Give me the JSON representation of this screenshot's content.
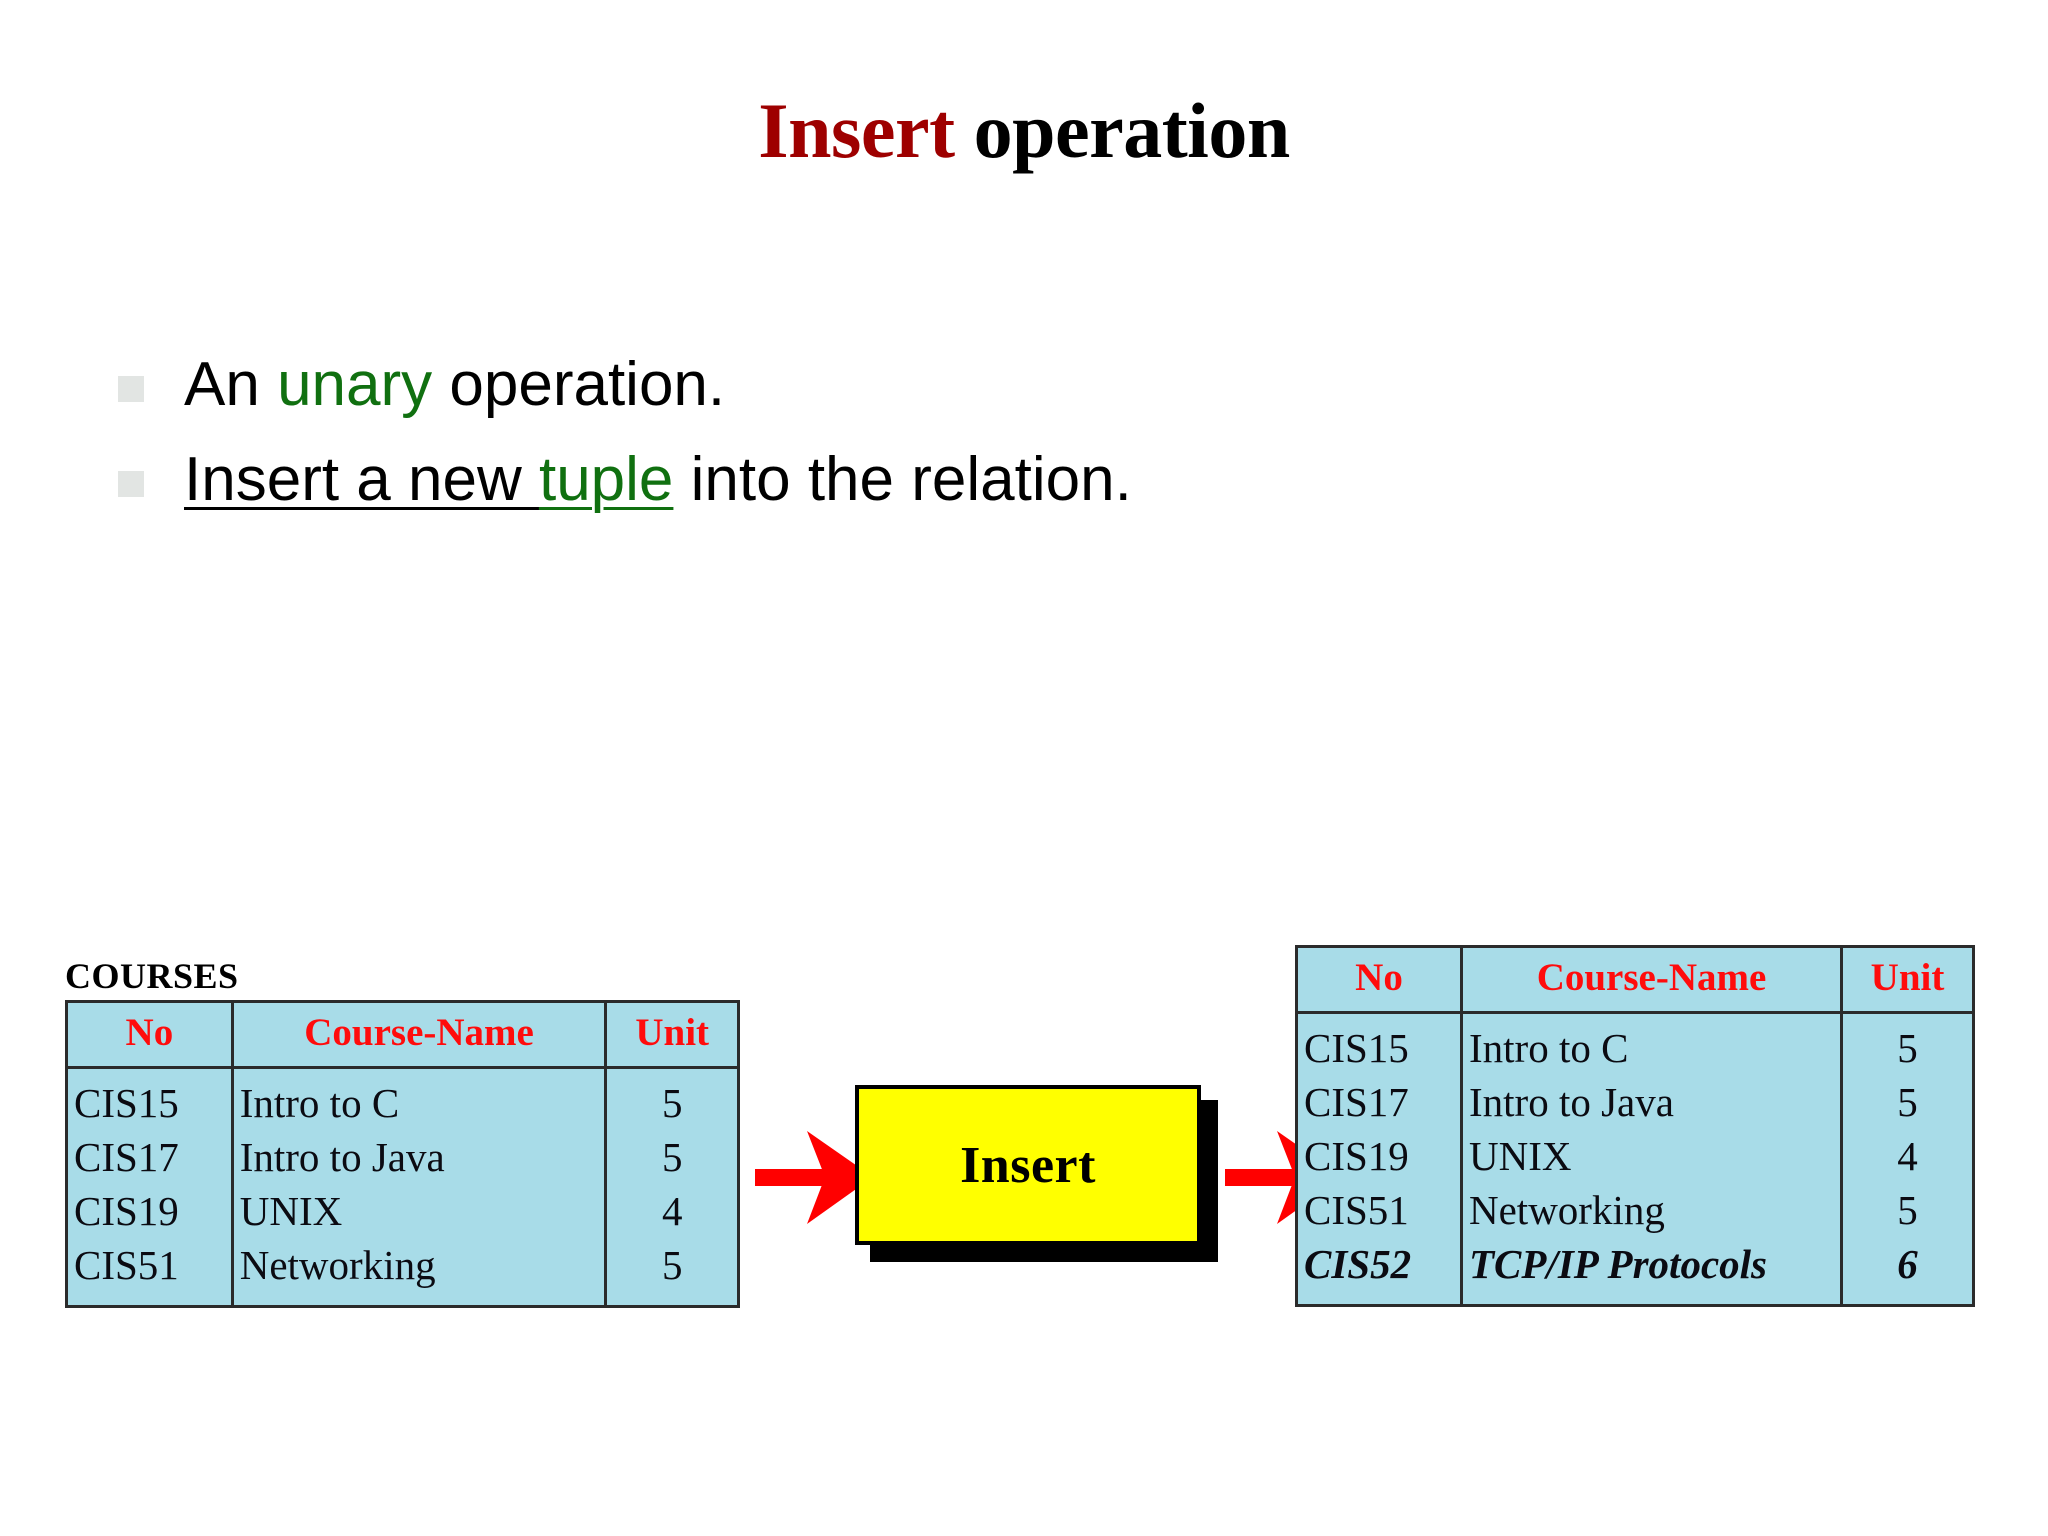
{
  "title": {
    "accent": "Insert",
    "rest": " operation"
  },
  "bullets": [
    {
      "marker": "square-bullet",
      "segments": [
        {
          "text": "An ",
          "style": "plain"
        },
        {
          "text": "unary",
          "style": "green"
        },
        {
          "text": " operation.",
          "style": "plain"
        }
      ]
    },
    {
      "marker": "square-bullet",
      "segments": [
        {
          "text": "Insert a new ",
          "style": "underline"
        },
        {
          "text": "tuple",
          "style": "green-underline"
        },
        {
          "text": " into the relation.",
          "style": "plain"
        }
      ]
    }
  ],
  "diagram": {
    "input_table": {
      "caption": "COURSES",
      "columns": [
        "No",
        "Course-Name",
        "Unit"
      ],
      "rows": [
        {
          "no": "CIS15",
          "name": "Intro to C",
          "unit": "5",
          "new": false
        },
        {
          "no": "CIS17",
          "name": "Intro to Java",
          "unit": "5",
          "new": false
        },
        {
          "no": "CIS19",
          "name": "UNIX",
          "unit": "4",
          "new": false
        },
        {
          "no": "CIS51",
          "name": "Networking",
          "unit": "5",
          "new": false
        }
      ]
    },
    "operation": {
      "label": "Insert",
      "box_color": "#FFFF00",
      "border_color": "#000000"
    },
    "arrows": {
      "color": "#FF0000",
      "in": "arrow-right-icon",
      "out": "arrow-right-icon"
    },
    "output_table": {
      "caption": "",
      "columns": [
        "No",
        "Course-Name",
        "Unit"
      ],
      "rows": [
        {
          "no": "CIS15",
          "name": "Intro to C",
          "unit": "5",
          "new": false
        },
        {
          "no": "CIS17",
          "name": "Intro to Java",
          "unit": "5",
          "new": false
        },
        {
          "no": "CIS19",
          "name": "UNIX",
          "unit": "4",
          "new": false
        },
        {
          "no": "CIS51",
          "name": "Networking",
          "unit": "5",
          "new": false
        },
        {
          "no": "CIS52",
          "name": "TCP/IP Protocols",
          "unit": "6",
          "new": true
        }
      ]
    }
  },
  "colors": {
    "title_accent": "#9E0000",
    "keyword_green": "#107010",
    "table_fill": "#A8DCE8",
    "header_red": "#FF0C0C",
    "arrow_red": "#FF0000",
    "bullet_gray": "#E2E5E3"
  }
}
